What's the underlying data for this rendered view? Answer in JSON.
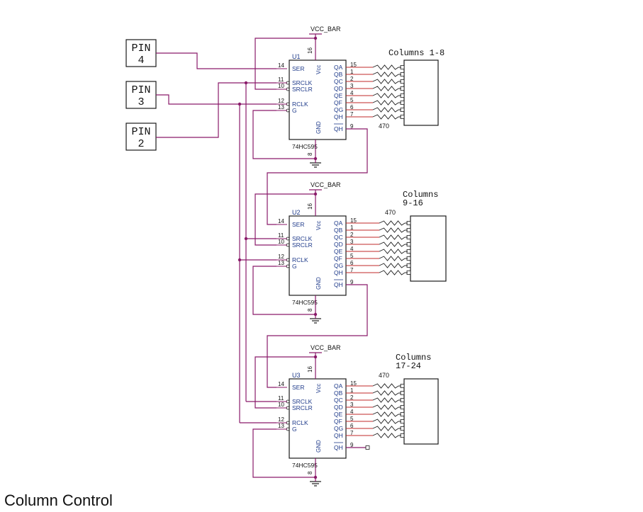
{
  "caption": "Column Control",
  "colors": {
    "wire": "#8a1a6a",
    "trace": "#c0282a",
    "part_outline": "#1a1a1a",
    "label_blue": "#1e3a8a",
    "text": "#111111"
  },
  "pins": [
    {
      "label": "PIN",
      "number": "4"
    },
    {
      "label": "PIN",
      "number": "3"
    },
    {
      "label": "PIN",
      "number": "2"
    }
  ],
  "power_label": "VCC_BAR",
  "resistor_label": "470",
  "chip_pins": {
    "left": [
      {
        "num": "14",
        "name": "SER"
      },
      {
        "num": "11",
        "name": "SRCLK"
      },
      {
        "num": "10",
        "name": "SRCLR"
      },
      {
        "num": "12",
        "name": "RCLK"
      },
      {
        "num": "13",
        "name": "G"
      }
    ],
    "outputs": [
      {
        "num": "15",
        "name": "QA"
      },
      {
        "num": "1",
        "name": "QB"
      },
      {
        "num": "2",
        "name": "QC"
      },
      {
        "num": "3",
        "name": "QD"
      },
      {
        "num": "4",
        "name": "QE"
      },
      {
        "num": "5",
        "name": "QF"
      },
      {
        "num": "6",
        "name": "QG"
      },
      {
        "num": "7",
        "name": "QH"
      }
    ],
    "qh_serial": {
      "num": "9",
      "name": "QH"
    },
    "vcc": {
      "num": "16",
      "name": "Vcc"
    },
    "gnd": {
      "num": "8",
      "name": "GND"
    }
  },
  "chips": [
    {
      "ref": "U1",
      "part": "74HC595",
      "columns_lines": [
        "Columns 1-8"
      ]
    },
    {
      "ref": "U2",
      "part": "74HC595",
      "columns_lines": [
        "Columns",
        "9-16"
      ]
    },
    {
      "ref": "U3",
      "part": "74HC595",
      "columns_lines": [
        "Columns",
        "17-24"
      ]
    }
  ]
}
